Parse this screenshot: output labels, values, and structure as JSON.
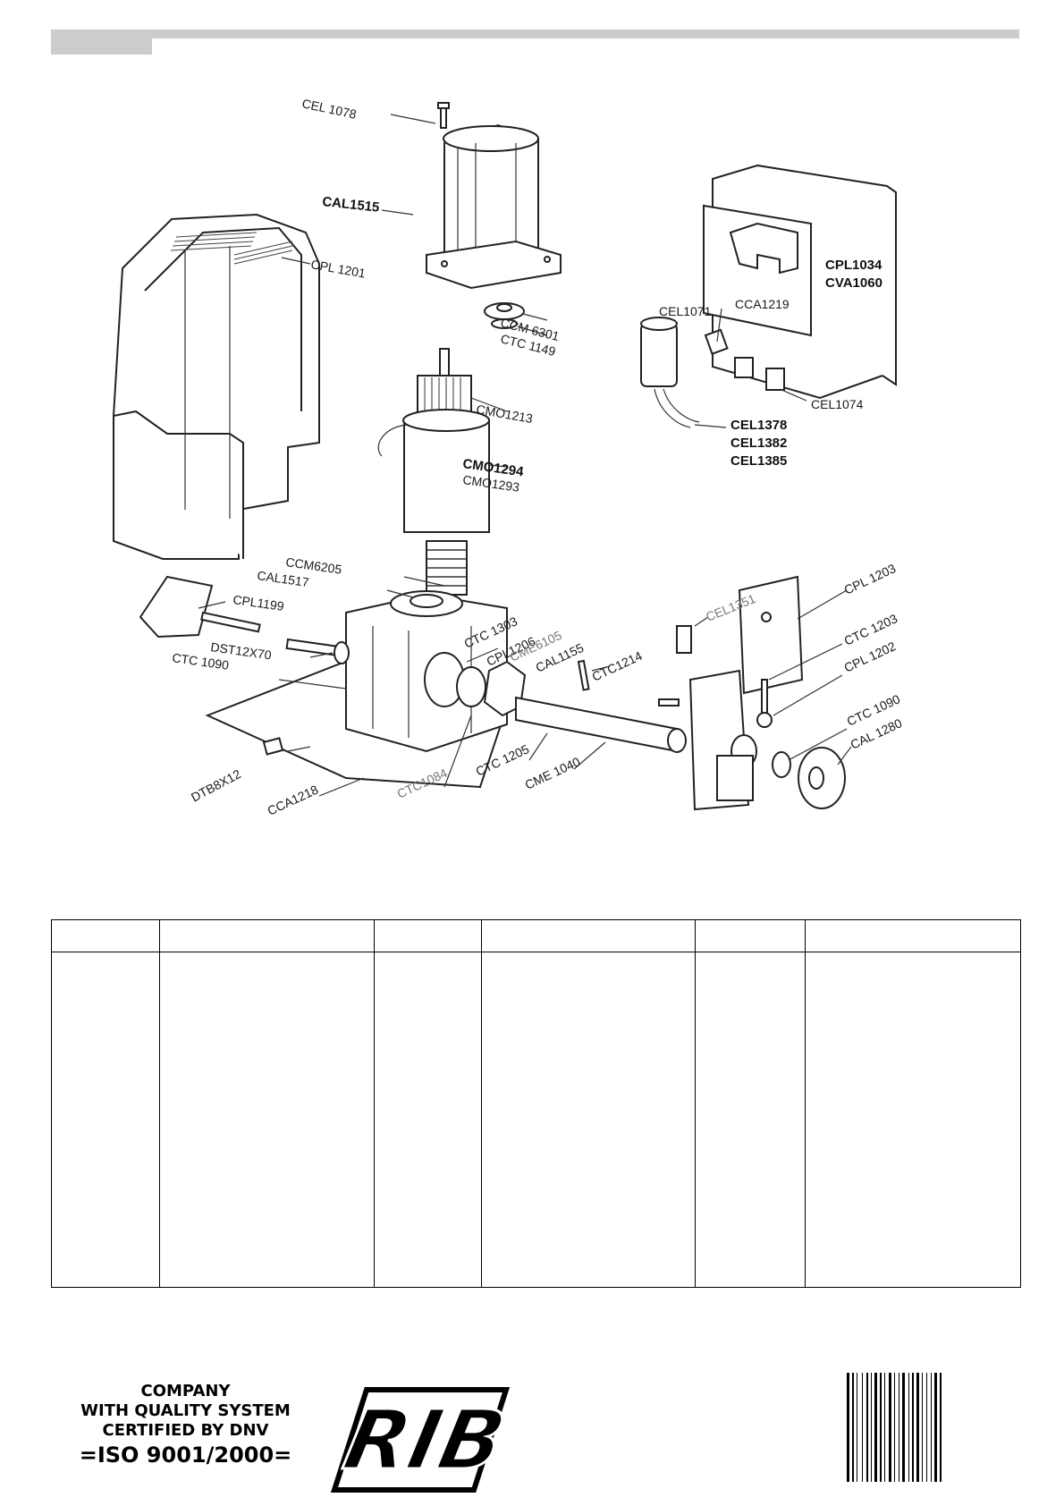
{
  "labels": {
    "cel1078": "CEL 1078",
    "cal1515": "CAL1515",
    "cpl1201": "CPL 1201",
    "ccm6301": "CCM 6301",
    "ctc1149": "CTC 1149",
    "cmo1213": "CMO1213",
    "cmo1294": "CMO1294",
    "cmo1293": "CMO1293",
    "ccm6205": "CCM6205",
    "cal1517": "CAL1517",
    "cpl1199": "CPL1199",
    "dst12x70": "DST12X70",
    "ctc1090a": "CTC 1090",
    "ctc1303": "CTC 1303",
    "cpl1206": "CPL1206",
    "cme6105": "CME6105",
    "cal1155": "CAL1155",
    "ctc1214": "CTC1214",
    "dtb8x12": "DTB8X12",
    "cca1218": "CCA1218",
    "ctc1084": "CTC1084",
    "ctc1205": "CTC 1205",
    "cme1040": "CME 1040",
    "cpl1034": "CPL1034",
    "cva1060": "CVA1060",
    "cca1219": "CCA1219",
    "cel1071": "CEL1071",
    "cel1074": "CEL1074",
    "cel1378": "CEL1378",
    "cel1382": "CEL1382",
    "cel1385": "CEL1385",
    "cel1351": "CEL1351",
    "cpl1203": "CPL 1203",
    "ctc1203": "CTC 1203",
    "cpl1202": "CPL 1202",
    "ctc1090b": "CTC 1090",
    "cal1280": "CAL 1280"
  },
  "table": {
    "headers": [
      "",
      "",
      "",
      "",
      "",
      ""
    ],
    "cells": [
      "",
      "",
      "",
      "",
      "",
      ""
    ]
  },
  "footer": {
    "cert_line1": "COMPANY",
    "cert_line2": "WITH QUALITY SYSTEM",
    "cert_line3": "CERTIFIED BY DNV",
    "cert_iso": "=ISO 9001/2000=",
    "brand_logo_text": "RIB"
  },
  "colors": {
    "header_bar": "#cccccc",
    "ink": "#111111"
  }
}
